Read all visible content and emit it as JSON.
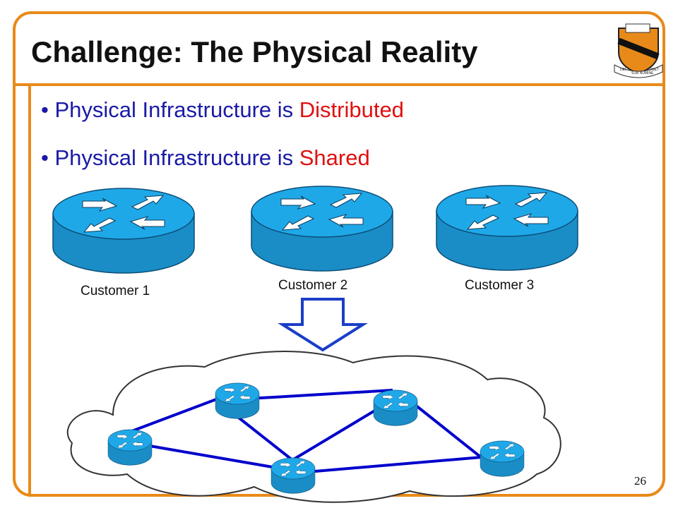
{
  "title": "Challenge: The Physical Reality",
  "bullets": [
    {
      "prefix": "• Physical Infrastructure is ",
      "highlight": "Distributed"
    },
    {
      "prefix": "• Physical Infrastructure is ",
      "highlight": "Shared"
    }
  ],
  "customers": [
    "Customer 1",
    "Customer 2",
    "Customer 3"
  ],
  "slide_number": "26",
  "logo": {
    "ribbon_left": "DEI",
    "ribbon_center": "SUB NUMINE",
    "ribbon_right": "VIGET"
  },
  "colors": {
    "accent": "#e88a1a",
    "text_blue": "#1a1aa6",
    "highlight_red": "#e01010",
    "router_top": "#1fa8e8",
    "router_body": "#1a8dc6",
    "link_blue": "#0000cc"
  },
  "icons": [
    "router-icon",
    "down-arrow-icon",
    "cloud-icon",
    "princeton-shield-icon"
  ]
}
